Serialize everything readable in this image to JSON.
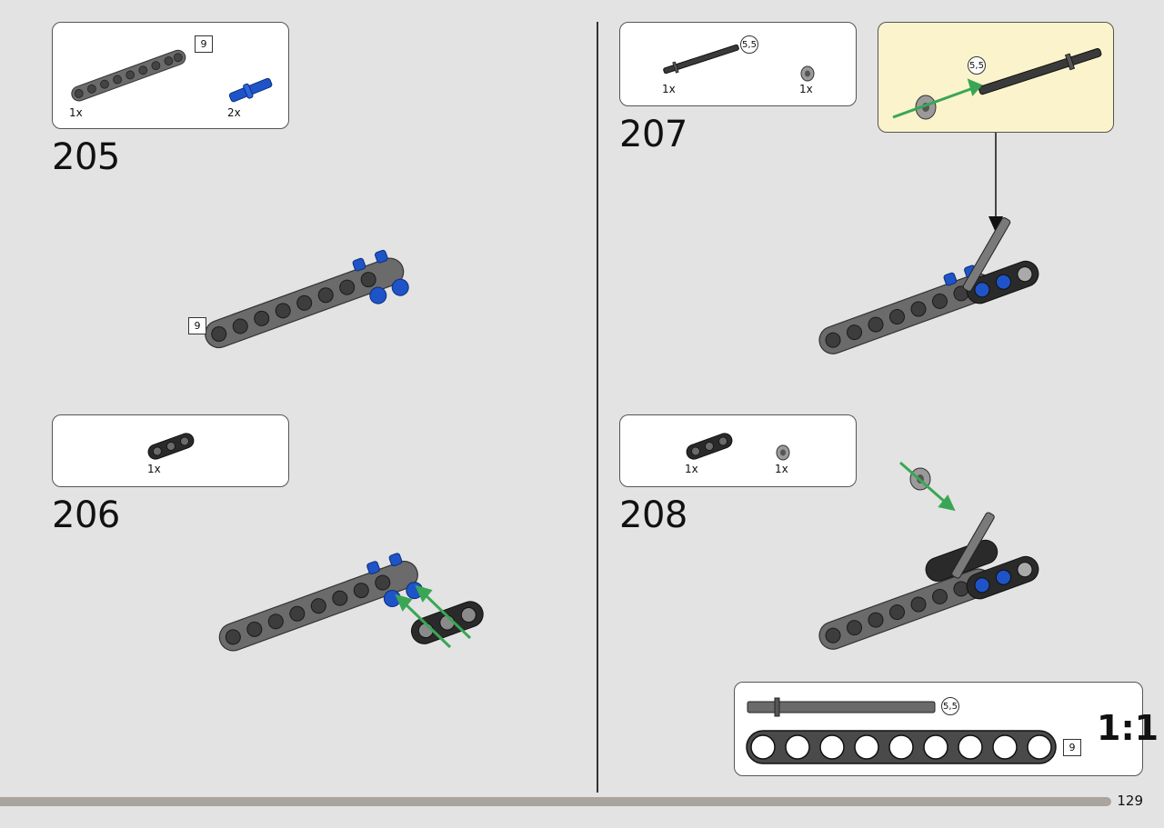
{
  "page": {
    "number": "129"
  },
  "colors": {
    "beam_gray": "#6b6b6b",
    "beam_black": "#2a2a2a",
    "pin_blue": "#1e54c8",
    "arrow_green": "#3aa655",
    "callout_bg": "#fbf3cc"
  },
  "steps": [
    {
      "number": "205",
      "parts": [
        {
          "icon": "gray-beam-9-icon",
          "qty": "1x",
          "length": "9"
        },
        {
          "icon": "blue-pin-icon",
          "qty": "2x"
        }
      ],
      "model_length": "9"
    },
    {
      "number": "206",
      "parts": [
        {
          "icon": "black-beam-3-icon",
          "qty": "1x"
        }
      ]
    },
    {
      "number": "207",
      "parts": [
        {
          "icon": "axle-icon",
          "qty": "1x",
          "length": "5,5"
        },
        {
          "icon": "bush-icon",
          "qty": "1x"
        }
      ],
      "callout_length": "5,5"
    },
    {
      "number": "208",
      "parts": [
        {
          "icon": "black-beam-3-icon",
          "qty": "1x"
        },
        {
          "icon": "bush-icon",
          "qty": "1x"
        }
      ]
    }
  ],
  "scale": {
    "label": "1:1",
    "axle_length": "5,5",
    "beam_length": "9"
  }
}
